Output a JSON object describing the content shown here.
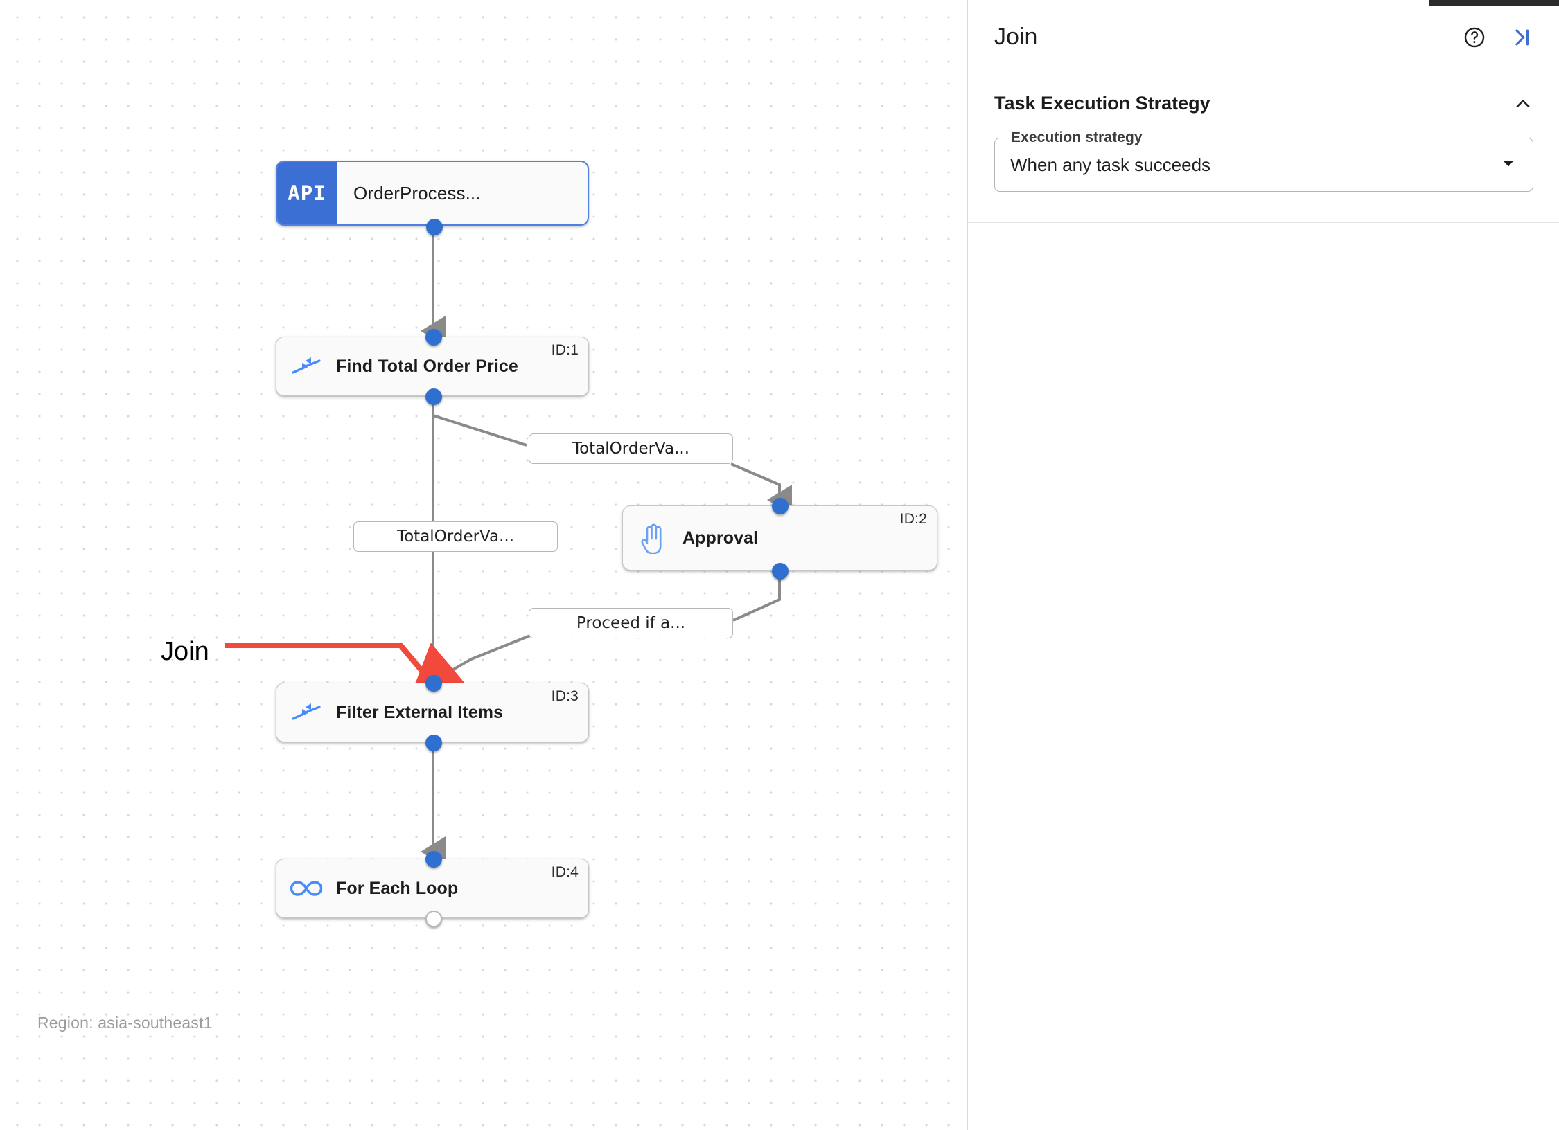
{
  "canvas": {
    "region_label": "Region: asia-southeast1",
    "annotation": {
      "label": "Join",
      "color": "#f2493d"
    },
    "nodes": [
      {
        "id": "api",
        "title": "OrderProcess...",
        "icon": "api-badge-icon",
        "badge_text": "API",
        "id_label": "",
        "selected": true
      },
      {
        "id": "task1",
        "title": "Find Total Order Price",
        "icon": "merge-arrows-icon",
        "badge_text": "",
        "id_label": "ID:1",
        "selected": false
      },
      {
        "id": "approval",
        "title": "Approval",
        "icon": "hand-icon",
        "badge_text": "",
        "id_label": "ID:2",
        "selected": false
      },
      {
        "id": "task3",
        "title": "Filter External Items",
        "icon": "merge-arrows-icon",
        "badge_text": "",
        "id_label": "ID:3",
        "selected": false
      },
      {
        "id": "loop",
        "title": "For Each Loop",
        "icon": "infinity-icon",
        "badge_text": "",
        "id_label": "ID:4",
        "selected": false
      }
    ],
    "edge_labels": [
      {
        "id": "lbl-to-approval",
        "text": "TotalOrderVa..."
      },
      {
        "id": "lbl-direct",
        "text": "TotalOrderVa..."
      },
      {
        "id": "lbl-proceed",
        "text": "Proceed if a..."
      }
    ]
  },
  "panel": {
    "title": "Join",
    "help_icon": "help-circle-icon",
    "collapse_icon": "collapse-right-icon",
    "sections": [
      {
        "id": "task-execution-strategy",
        "title": "Task Execution Strategy",
        "chevron": "chevron-up-icon",
        "field": {
          "legend": "Execution strategy",
          "value": "When any task succeeds",
          "caret": "chevron-down-icon"
        }
      }
    ]
  },
  "colors": {
    "accent_blue": "#2f6fd0",
    "node_badge_blue": "#3b6fd4",
    "annotation_red": "#f2493d",
    "edge_gray": "#8a8a8a"
  }
}
